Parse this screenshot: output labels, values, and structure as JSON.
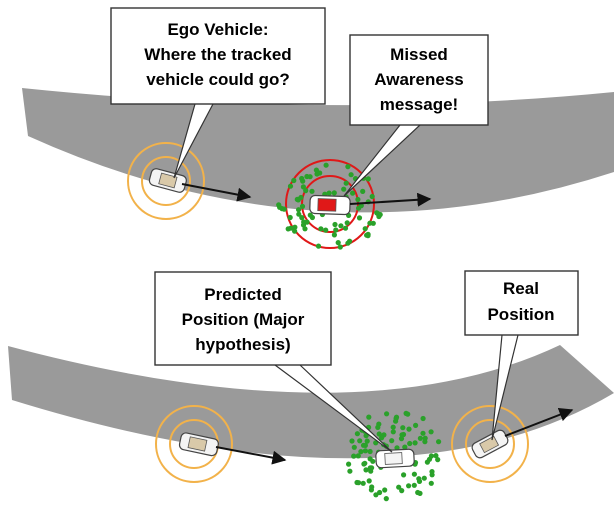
{
  "callouts": {
    "ego": [
      "Ego Vehicle:",
      "Where the tracked",
      "vehicle could go?"
    ],
    "missed": [
      "Missed",
      "Awareness",
      "message!"
    ],
    "predicted": [
      "Predicted",
      "Position (Major",
      "hypothesis)"
    ],
    "real": [
      "Real",
      "Position"
    ]
  },
  "colors": {
    "road": "#9a9a9a",
    "callout_border": "#333333",
    "awareness_ring": "#f2b24a",
    "missed_ring": "#e01818",
    "particle": "#2aa12a",
    "arrow": "#111111"
  }
}
